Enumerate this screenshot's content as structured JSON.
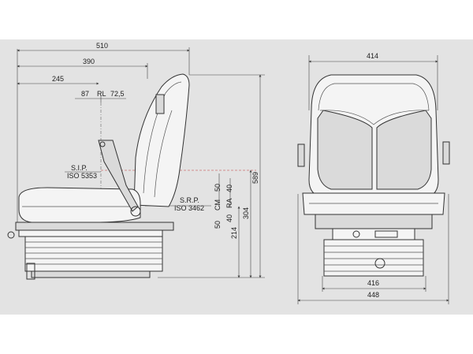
{
  "side_view": {
    "dims": {
      "width_total": "510",
      "to_backrest": "390",
      "to_sip": "245",
      "rl_left": "87",
      "rl_label": "RL",
      "rl_right": "72,5",
      "height_total": "589",
      "sip_height": "304",
      "srp_height": "214",
      "ra_40": "40",
      "ra_label": "RA",
      "ra_40b": "40",
      "cm_50": "50",
      "cm_label": "CM",
      "cm_50b": "50"
    },
    "sip_label": "S.I.P.",
    "sip_standard": "ISO 5353",
    "srp_label": "S.R.P.",
    "srp_standard": "ISO 3462"
  },
  "front_view": {
    "dims": {
      "backrest_width": "414",
      "base_width": "416",
      "overall_width": "448"
    }
  }
}
